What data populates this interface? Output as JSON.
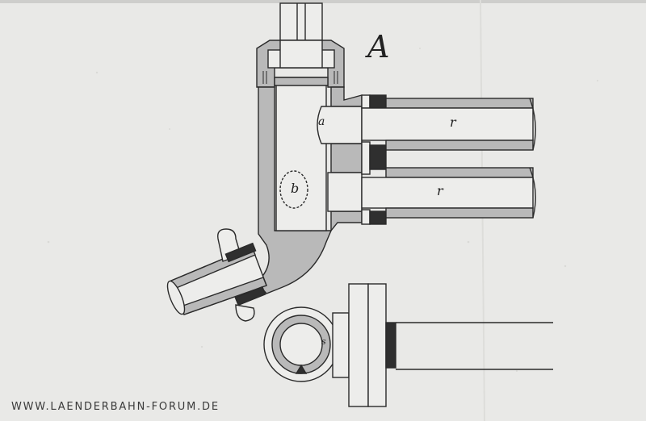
{
  "drawing": {
    "figure_letter": "A",
    "labels": {
      "a": "a",
      "b": "b",
      "r_upper": "r",
      "r_lower": "r",
      "s": "s"
    }
  },
  "watermark": {
    "text": "WWW.LAENDERBAHN-FORUM.DE"
  },
  "colors": {
    "paper": "#e9e9e7",
    "ink": "#2a2a2a",
    "section_fill": "#b9b9b9"
  }
}
